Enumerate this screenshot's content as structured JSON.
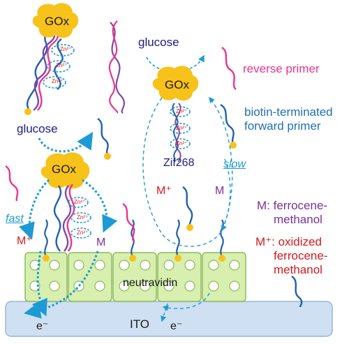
{
  "labels": {
    "gox_top": "GOx",
    "gox_right": "GOx",
    "gox_left": "GOx",
    "glucose_top": "glucose",
    "glucose_left": "glucose",
    "reverse_primer": "reverse primer",
    "biotin_primer_line1": "biotin-terminated",
    "biotin_primer_line2": "forward primer",
    "zif268": "Zif268",
    "slow": "slow",
    "fast": "fast",
    "m_plus_right": "M⁺",
    "m_right": "M",
    "m_plus_left": "M⁺",
    "m_left": "M",
    "legend_m_line1": "M: ferrocene-",
    "legend_m_line2": "methanol",
    "legend_mplus_line1": "M⁺: oxidized",
    "legend_mplus_line2": "ferrocene-",
    "legend_mplus_line3": "methanol",
    "neutravidin": "neutravidin",
    "ito": "ITO",
    "electron_left": "e⁻",
    "electron_right": "e⁻",
    "zn": "Zn²⁺"
  },
  "colors": {
    "navy": "#1a1a8c",
    "pink": "#e8358c",
    "blue_strand": "#1f5fb0",
    "purple_strand": "#7a4aa8",
    "cyan_arrow": "#1b9ad6",
    "red": "#d7191c",
    "gold": "#f7c21a",
    "green_block": "#d8efb0",
    "ito": "#cfe0f2"
  }
}
